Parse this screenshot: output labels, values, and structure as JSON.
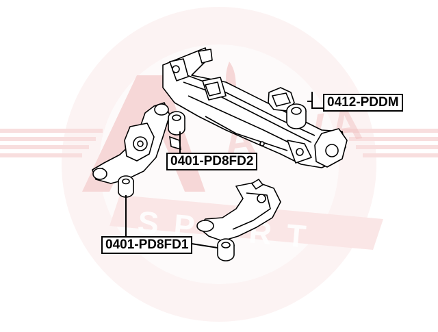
{
  "watermark": {
    "brand": "ASVA",
    "tagline": "SPORT",
    "color": "#e8a8a8"
  },
  "labels": {
    "subframe_bushing": "0412-PDDM",
    "upper_arm_bushing": "0401-PD8FD2",
    "lower_arm_bushing": "0401-PD8FD1"
  },
  "colors": {
    "line": "#000000",
    "label_border": "#000000",
    "background": "#ffffff"
  }
}
